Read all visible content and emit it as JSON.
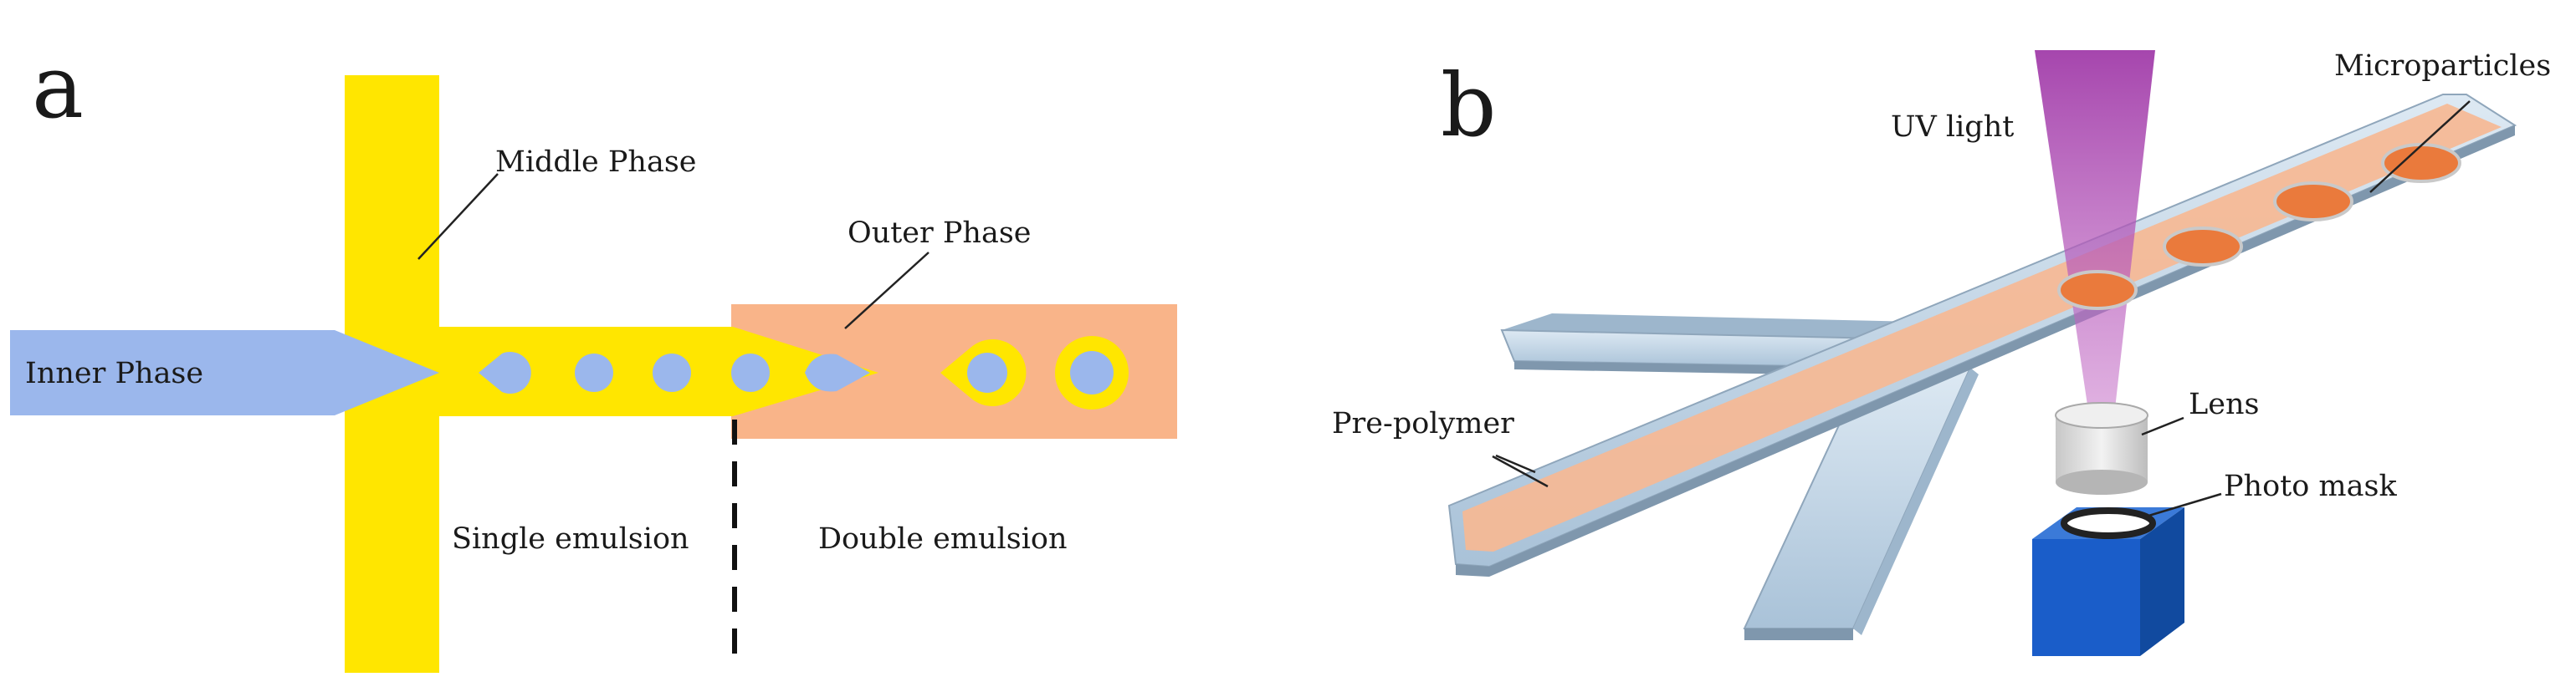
{
  "panel_a": {
    "letter": "a",
    "labels": {
      "middle_phase": "Middle  Phase",
      "outer_phase": "Outer Phase",
      "inner_phase": "Inner Phase",
      "single_emulsion": "Single emulsion",
      "double_emulsion": "Double  emulsion"
    },
    "colors": {
      "middle_phase": "#ffe600",
      "outer_phase": "#f9b489",
      "inner_phase": "#9bb7ec"
    }
  },
  "panel_b": {
    "letter": "b",
    "labels": {
      "uv_light": "UV light",
      "microparticles": "Microparticles",
      "pre_polymer": "Pre-polymer",
      "lens": "Lens",
      "photo_mask": "Photo mask"
    },
    "colors": {
      "uv_light": "#a13ca9",
      "channel_glass": "#c9dcec",
      "pre_polymer": "#f6b894",
      "particles": "#ea7a3c",
      "mask_box": "#1a5dc9"
    }
  }
}
